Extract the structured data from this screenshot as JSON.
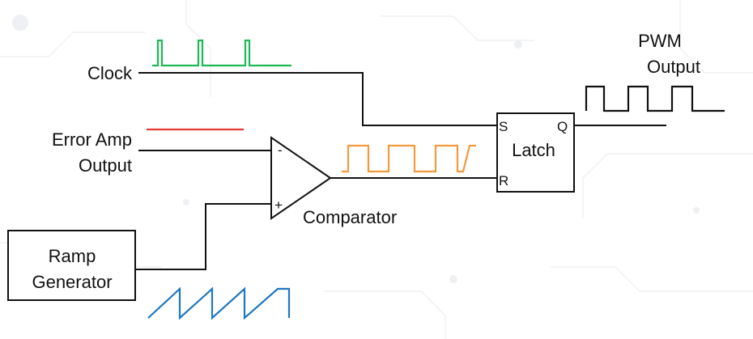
{
  "labels": {
    "clock": "Clock",
    "error_amp_line1": "Error Amp",
    "error_amp_line2": "Output",
    "ramp_line1": "Ramp",
    "ramp_line2": "Generator",
    "comparator": "Comparator",
    "latch": "Latch",
    "pwm_line1": "PWM",
    "pwm_line2": "Output"
  },
  "pins": {
    "comp_minus": "-",
    "comp_plus": "+",
    "latch_s": "S",
    "latch_r": "R",
    "latch_q": "Q"
  },
  "colors": {
    "clock_signal": "#1db954",
    "error_amp_signal": "#e53935",
    "comparator_signal": "#f39a3c",
    "ramp_signal": "#1f77c4",
    "wire": "#111111"
  }
}
